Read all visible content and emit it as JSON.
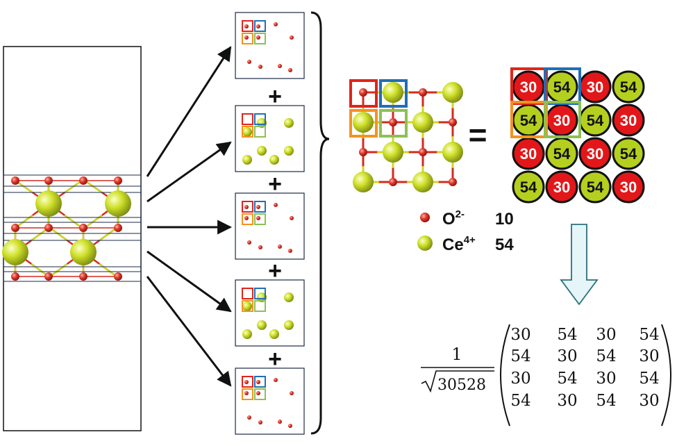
{
  "colors": {
    "oxygen": "#d42a20",
    "cerium": "#c9d824",
    "bond_o": "#d42a20",
    "bond_ce": "#c9d824",
    "box_red": "#e2231a",
    "box_blue": "#1f6fb5",
    "box_orange": "#f4921f",
    "box_green": "#8cc152",
    "arrow_fill": "#e6f5f7",
    "arrow_stroke": "#2a6f7a"
  },
  "legend": {
    "oxygen": {
      "symbol": "O",
      "charge": "2-",
      "value": "10"
    },
    "cerium": {
      "symbol": "Ce",
      "charge": "4+",
      "value": "54"
    }
  },
  "operators": {
    "plus": "+",
    "equals": "="
  },
  "grid": [
    [
      "30",
      "54",
      "30",
      "54"
    ],
    [
      "54",
      "30",
      "54",
      "30"
    ],
    [
      "30",
      "54",
      "30",
      "54"
    ],
    [
      "54",
      "30",
      "54",
      "30"
    ]
  ],
  "formula": {
    "numerator": "1",
    "radicand": "30528",
    "matrix": [
      [
        "30",
        "54",
        "30",
        "54"
      ],
      [
        "54",
        "30",
        "54",
        "30"
      ],
      [
        "30",
        "54",
        "30",
        "54"
      ],
      [
        "54",
        "30",
        "54",
        "30"
      ]
    ]
  }
}
